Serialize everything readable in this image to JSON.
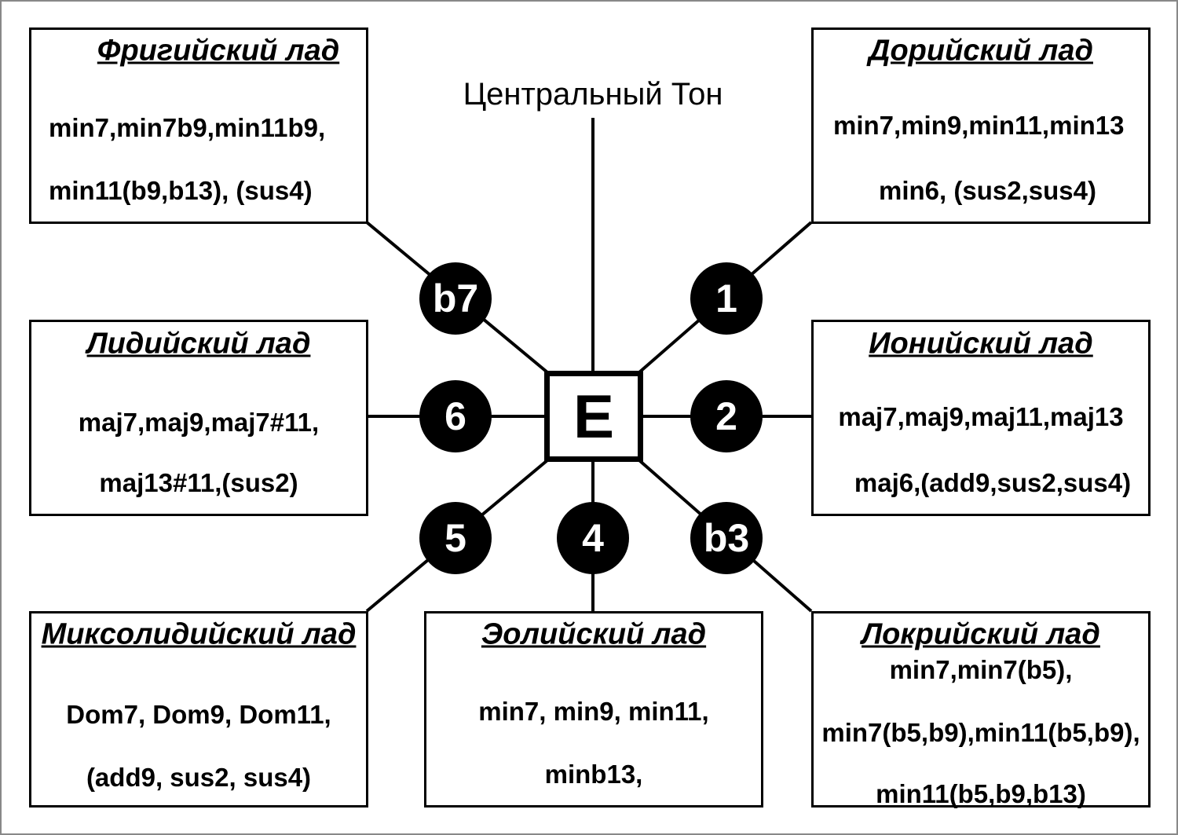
{
  "center_label": "Центральный Тон",
  "tonic": "E",
  "degrees": {
    "b7": "b7",
    "one": "1",
    "six": "6",
    "two": "2",
    "five": "5",
    "four": "4",
    "b3": "b3"
  },
  "modes": {
    "phrygian": {
      "title": "Фригийский  лад",
      "lines": [
        "min7,min7b9,min11b9,",
        "min11(b9,b13),  (sus4)"
      ]
    },
    "dorian": {
      "title": "Дорийский  лад",
      "lines": [
        "min7,min9,min11,min13",
        "min6,  (sus2,sus4)"
      ]
    },
    "lydian": {
      "title": "Лидийский  лад",
      "lines": [
        "maj7,maj9,maj7#11,",
        "maj13#11,(sus2)"
      ]
    },
    "ionian": {
      "title": "Ионийский  лад",
      "lines": [
        "maj7,maj9,maj11,maj13",
        "maj6,(add9,sus2,sus4)"
      ]
    },
    "mixolydian": {
      "title": "Миксолидийский  лад",
      "lines": [
        "Dom7, Dom9, Dom11,",
        "(add9, sus2, sus4)"
      ]
    },
    "aeolian": {
      "title": "Эолийский  лад",
      "lines": [
        "min7, min9, min11,",
        "minb13,"
      ]
    },
    "locrian": {
      "title": "Локрийский  лад",
      "lines": [
        "min7,min7(b5),",
        "min7(b5,b9),min11(b5,b9),",
        "min11(b5,b9,b13)"
      ]
    }
  }
}
